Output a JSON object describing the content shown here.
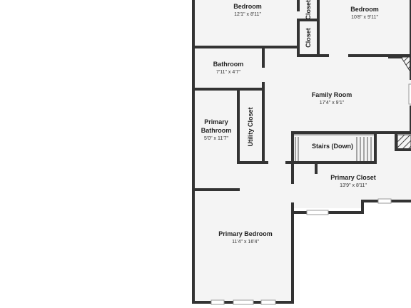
{
  "rooms": {
    "bedroom_a": {
      "name": "Bedroom",
      "dims": "12'1\" x 8'11\""
    },
    "bedroom_b": {
      "name": "Bedroom",
      "dims": "10'8\" x 9'11\""
    },
    "closet_a": {
      "name": "Closet"
    },
    "closet_b": {
      "name": "Closet"
    },
    "bathroom": {
      "name": "Bathroom",
      "dims": "7'11\" x 4'7\""
    },
    "family_room": {
      "name": "Family Room",
      "dims": "17'4\" x 9'1\""
    },
    "primary_bathroom": {
      "name_line1": "Primary",
      "name_line2": "Bathroom",
      "dims": "5'0\" x 11'7\""
    },
    "utility_closet": {
      "name": "Utility Closet"
    },
    "stairs": {
      "name": "Stairs (Down)"
    },
    "primary_closet": {
      "name": "Primary Closet",
      "dims": "13'9\" x 8'11\""
    },
    "primary_bedroom": {
      "name": "Primary Bedroom",
      "dims": "11'4\" x 16'4\""
    }
  },
  "colors": {
    "floor": "#f4f4f4",
    "wall": "#333333",
    "background": "#ffffff"
  }
}
